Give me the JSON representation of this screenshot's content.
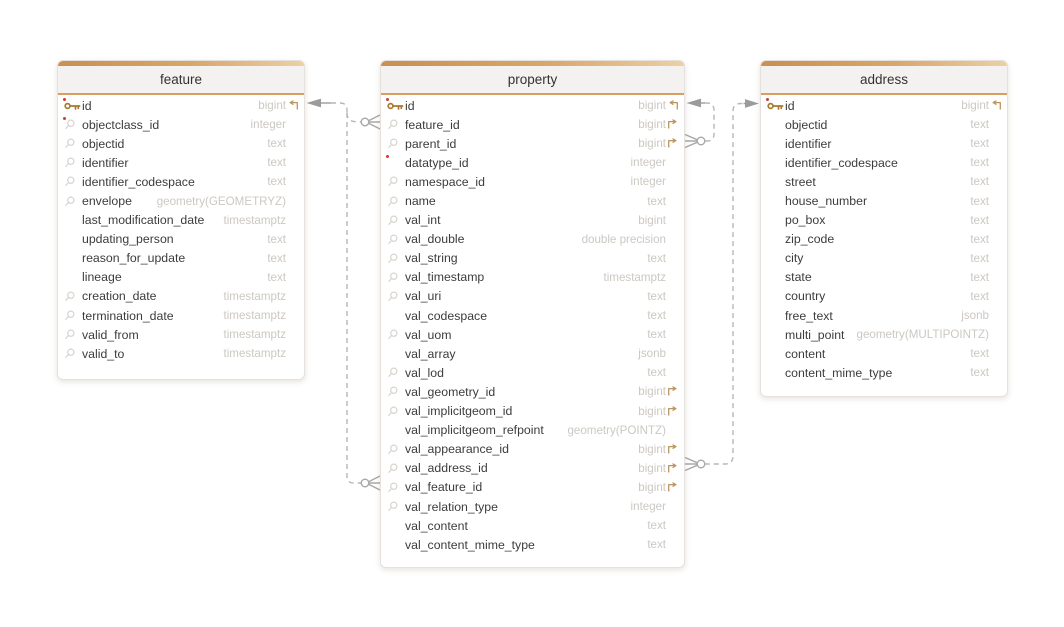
{
  "diagram": {
    "tables": [
      {
        "name": "feature",
        "columns": [
          {
            "name": "id",
            "type": "bigint",
            "icon": "key",
            "notnull": true,
            "ref": "in"
          },
          {
            "name": "objectclass_id",
            "type": "integer",
            "icon": "magnifier",
            "notnull": true
          },
          {
            "name": "objectid",
            "type": "text",
            "icon": "magnifier"
          },
          {
            "name": "identifier",
            "type": "text",
            "icon": "magnifier"
          },
          {
            "name": "identifier_codespace",
            "type": "text",
            "icon": "magnifier"
          },
          {
            "name": "envelope",
            "type": "geometry(GEOMETRYZ)",
            "icon": "magnifier"
          },
          {
            "name": "last_modification_date",
            "type": "timestamptz"
          },
          {
            "name": "updating_person",
            "type": "text"
          },
          {
            "name": "reason_for_update",
            "type": "text"
          },
          {
            "name": "lineage",
            "type": "text"
          },
          {
            "name": "creation_date",
            "type": "timestamptz",
            "icon": "magnifier"
          },
          {
            "name": "termination_date",
            "type": "timestamptz",
            "icon": "magnifier"
          },
          {
            "name": "valid_from",
            "type": "timestamptz",
            "icon": "magnifier"
          },
          {
            "name": "valid_to",
            "type": "timestamptz",
            "icon": "magnifier"
          }
        ]
      },
      {
        "name": "property",
        "columns": [
          {
            "name": "id",
            "type": "bigint",
            "icon": "key",
            "notnull": true,
            "ref": "in"
          },
          {
            "name": "feature_id",
            "type": "bigint",
            "icon": "magnifier",
            "ref": "out"
          },
          {
            "name": "parent_id",
            "type": "bigint",
            "icon": "magnifier",
            "ref": "out"
          },
          {
            "name": "datatype_id",
            "type": "integer",
            "notnull": true
          },
          {
            "name": "namespace_id",
            "type": "integer",
            "icon": "magnifier"
          },
          {
            "name": "name",
            "type": "text",
            "icon": "magnifier"
          },
          {
            "name": "val_int",
            "type": "bigint",
            "icon": "magnifier"
          },
          {
            "name": "val_double",
            "type": "double precision",
            "icon": "magnifier"
          },
          {
            "name": "val_string",
            "type": "text",
            "icon": "magnifier"
          },
          {
            "name": "val_timestamp",
            "type": "timestamptz",
            "icon": "magnifier"
          },
          {
            "name": "val_uri",
            "type": "text",
            "icon": "magnifier"
          },
          {
            "name": "val_codespace",
            "type": "text"
          },
          {
            "name": "val_uom",
            "type": "text",
            "icon": "magnifier"
          },
          {
            "name": "val_array",
            "type": "jsonb"
          },
          {
            "name": "val_lod",
            "type": "text",
            "icon": "magnifier"
          },
          {
            "name": "val_geometry_id",
            "type": "bigint",
            "icon": "magnifier",
            "ref": "out"
          },
          {
            "name": "val_implicitgeom_id",
            "type": "bigint",
            "icon": "magnifier",
            "ref": "out"
          },
          {
            "name": "val_implicitgeom_refpoint",
            "type": "geometry(POINTZ)"
          },
          {
            "name": "val_appearance_id",
            "type": "bigint",
            "icon": "magnifier",
            "ref": "out"
          },
          {
            "name": "val_address_id",
            "type": "bigint",
            "icon": "magnifier",
            "ref": "out"
          },
          {
            "name": "val_feature_id",
            "type": "bigint",
            "icon": "magnifier",
            "ref": "out"
          },
          {
            "name": "val_relation_type",
            "type": "integer",
            "icon": "magnifier"
          },
          {
            "name": "val_content",
            "type": "text"
          },
          {
            "name": "val_content_mime_type",
            "type": "text"
          }
        ]
      },
      {
        "name": "address",
        "columns": [
          {
            "name": "id",
            "type": "bigint",
            "icon": "key",
            "notnull": true,
            "ref": "in"
          },
          {
            "name": "objectid",
            "type": "text"
          },
          {
            "name": "identifier",
            "type": "text"
          },
          {
            "name": "identifier_codespace",
            "type": "text"
          },
          {
            "name": "street",
            "type": "text"
          },
          {
            "name": "house_number",
            "type": "text"
          },
          {
            "name": "po_box",
            "type": "text"
          },
          {
            "name": "zip_code",
            "type": "text"
          },
          {
            "name": "city",
            "type": "text"
          },
          {
            "name": "state",
            "type": "text"
          },
          {
            "name": "country",
            "type": "text"
          },
          {
            "name": "free_text",
            "type": "jsonb"
          },
          {
            "name": "multi_point",
            "type": "geometry(MULTIPOINTZ)"
          },
          {
            "name": "content",
            "type": "text"
          },
          {
            "name": "content_mime_type",
            "type": "text"
          }
        ]
      }
    ],
    "relationships": [
      {
        "from": "property.feature_id",
        "to": "feature.id"
      },
      {
        "from": "property.val_feature_id",
        "to": "feature.id"
      },
      {
        "from": "property.parent_id",
        "to": "property.id"
      },
      {
        "from": "property.val_address_id",
        "to": "address.id"
      }
    ],
    "colors": {
      "accent": "#d29a56",
      "key_icon": "#a6792e",
      "not_null_dot": "#d23b2e",
      "type_text": "#ccc8c2",
      "relationship_line": "#b7b7b7",
      "header_band": "#f4f2f0"
    }
  }
}
